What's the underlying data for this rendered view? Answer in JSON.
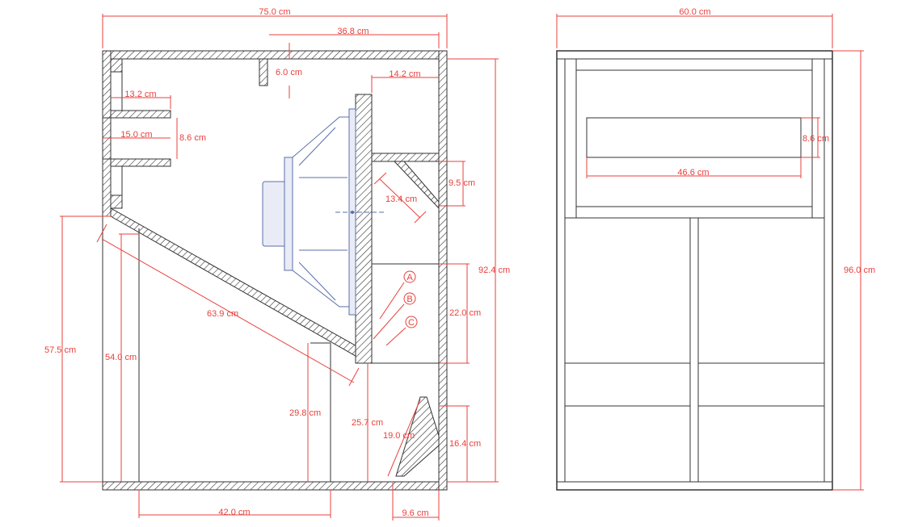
{
  "colors": {
    "dimension": "#e8403c",
    "outline": "#333333",
    "driver": "#5b6fa8"
  },
  "side_view": {
    "dims": {
      "width_top": "75.0 cm",
      "internal_top": "36.8 cm",
      "baffle_drop": "6.0 cm",
      "baffle_offset": "14.2 cm",
      "port_depth": "13.2 cm",
      "port_length": "15.0 cm",
      "port_height": "8.6 cm",
      "deflector_height": "9.5 cm",
      "deflector_len": "13.4 cm",
      "total_height": "92.4 cm",
      "left_height": "57.5 cm",
      "inner_height": "54.0 cm",
      "slope_len": "63.9 cm",
      "divider_height": "29.8 cm",
      "chamber_height": "25.7 cm",
      "vent_height": "22.0 cm",
      "diag_len": "19.0 cm",
      "vent_low": "16.4 cm",
      "bottom_width": "42.0 cm",
      "bottom_gap": "9.6 cm"
    },
    "markers": [
      "A",
      "B",
      "C"
    ]
  },
  "front_view": {
    "dims": {
      "width": "60.0 cm",
      "height": "96.0 cm",
      "slot_width": "46.6 cm",
      "slot_height": "8.6 cm"
    }
  }
}
